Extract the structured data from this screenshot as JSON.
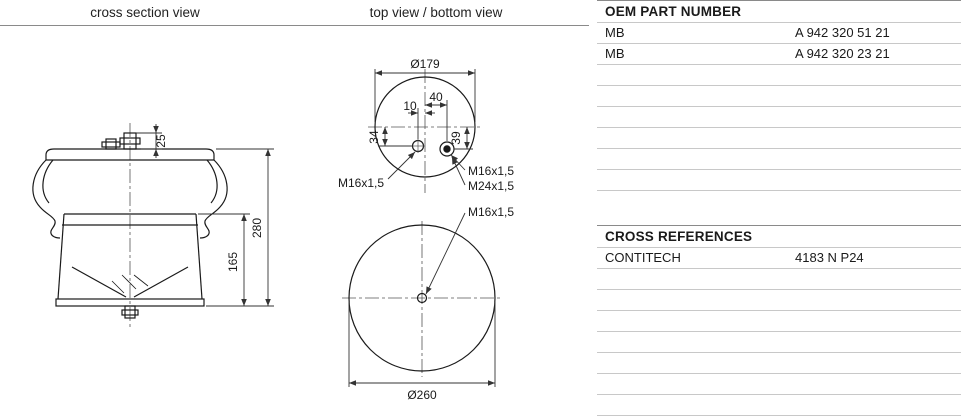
{
  "colors": {
    "drawing_line": "#1a1a1a",
    "dimension_line": "#333333",
    "table_row_border": "#c8c8c8",
    "section_top_border": "#8a8a8a",
    "text": "#1a1a1a",
    "background": "#ffffff"
  },
  "headers": {
    "cross_section": "cross section view",
    "top_bottom": "top view / bottom view"
  },
  "cross_section_drawing": {
    "dim_stud": "25",
    "dim_total_height": "280",
    "dim_piston_height": "165"
  },
  "top_view_drawing": {
    "dim_diameter": "Ø179",
    "dim_spacing": "40",
    "dim_offset": "10",
    "dim_left": "34",
    "dim_right": "39",
    "thread_left": "M16x1,5",
    "thread_right_top": "M16x1,5",
    "thread_right_bottom": "M24x1,5"
  },
  "bottom_view_drawing": {
    "dim_diameter": "Ø260",
    "thread_center": "M16x1,5"
  },
  "oem_table": {
    "title": "OEM PART NUMBER",
    "rows": [
      {
        "brand": "MB",
        "number": "A 942 320 51 21"
      },
      {
        "brand": "MB",
        "number": "A 942 320 23 21"
      },
      {
        "brand": "",
        "number": ""
      },
      {
        "brand": "",
        "number": ""
      },
      {
        "brand": "",
        "number": ""
      },
      {
        "brand": "",
        "number": ""
      },
      {
        "brand": "",
        "number": ""
      },
      {
        "brand": "",
        "number": ""
      }
    ]
  },
  "cross_references": {
    "title": "CROSS REFERENCES",
    "rows": [
      {
        "brand": "CONTITECH",
        "number": "4183 N P24"
      },
      {
        "brand": "",
        "number": ""
      },
      {
        "brand": "",
        "number": ""
      },
      {
        "brand": "",
        "number": ""
      },
      {
        "brand": "",
        "number": ""
      },
      {
        "brand": "",
        "number": ""
      },
      {
        "brand": "",
        "number": ""
      },
      {
        "brand": "",
        "number": ""
      }
    ]
  }
}
